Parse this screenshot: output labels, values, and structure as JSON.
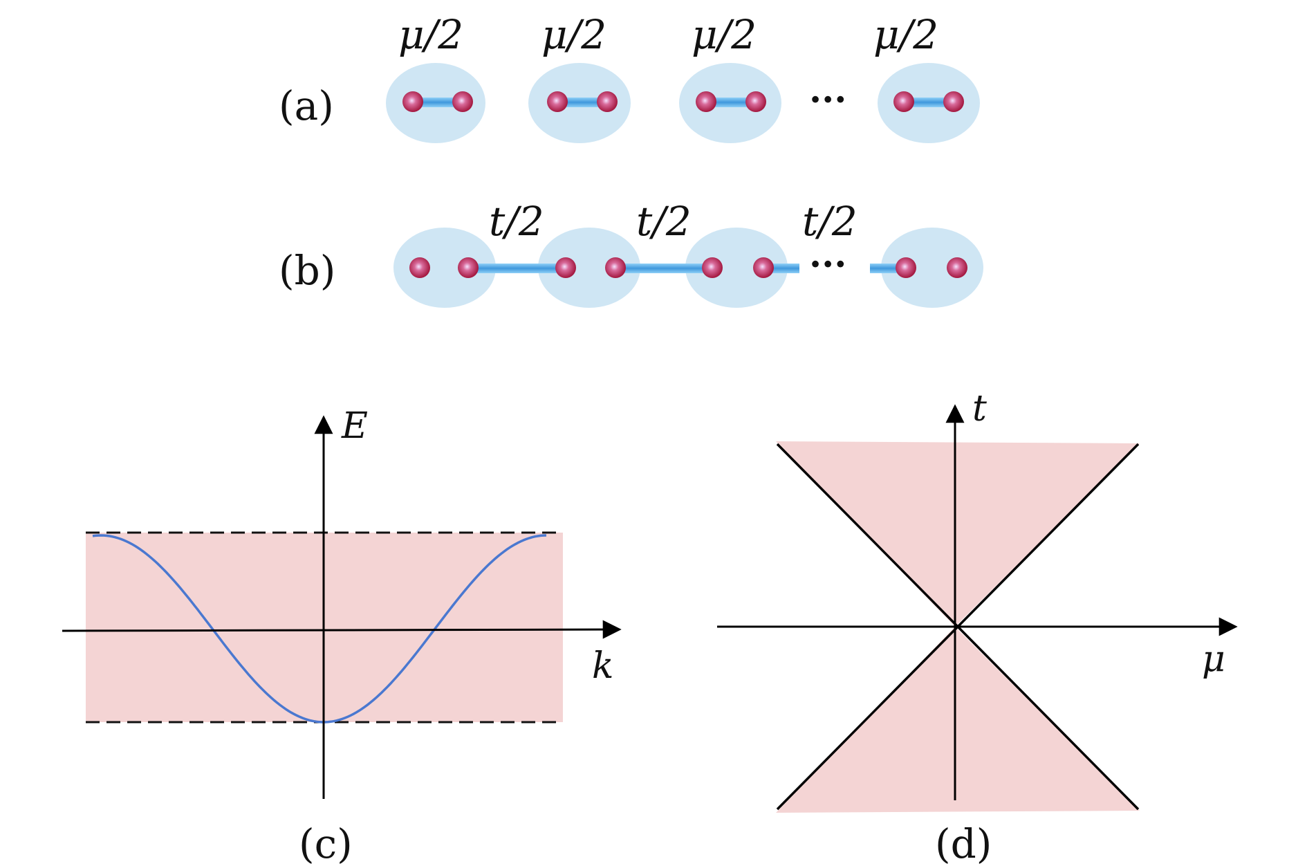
{
  "panels": {
    "a": {
      "label": "(a)",
      "site_labels": [
        "μ/2",
        "μ/2",
        "μ/2",
        "μ/2"
      ],
      "ellipsis": "···"
    },
    "b": {
      "label": "(b)",
      "bond_labels": [
        "t/2",
        "t/2",
        "t/2"
      ],
      "ellipsis": "···"
    },
    "c": {
      "label": "(c)",
      "y_axis_label": "E",
      "x_axis_label": "k"
    },
    "d": {
      "label": "(d)",
      "y_axis_label": "t",
      "x_axis_label": "μ"
    }
  },
  "colors": {
    "blob": "#cfe6f4",
    "atom": "#c0304f",
    "atom_highlight": "#f4d6ff",
    "bond": "#4aa3e0",
    "band": "#f4d4d4",
    "curve": "#4a78d0",
    "axis": "#000000"
  }
}
